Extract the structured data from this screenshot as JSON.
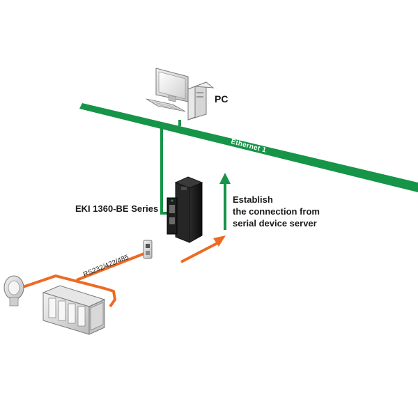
{
  "labels": {
    "pc": "PC",
    "ethernet": "Ethernet 1",
    "device_series": "EKI 1360-BE Series",
    "establish_lines": [
      "Establish",
      "the connection from",
      "serial device server"
    ],
    "serial_interface": "RS232/422/485"
  },
  "colors": {
    "ethernet_green": "#169447",
    "serial_orange": "#ee6a22",
    "arrow_green": "#169447",
    "arrow_orange": "#ee6a22",
    "device_body": "#1c1c1c"
  },
  "icons": [
    "pc-workstation-icon",
    "serial-device-server-icon",
    "wall-connector-icon",
    "barcode-scanner-icon",
    "plc-rack-icon"
  ]
}
